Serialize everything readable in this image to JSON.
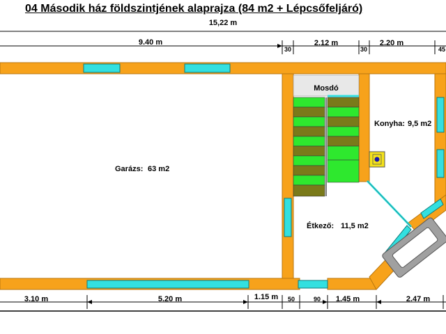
{
  "header": {
    "title": "04 Második ház  földszintjének alaprajza   (84 m2 + Lépcsőfeljáró)",
    "total_width": "15,22 m"
  },
  "dimensions_top": {
    "garage_width": "9.40 m",
    "wall_a": "30",
    "stair_width": "2.12 m",
    "wall_b": "30",
    "kitchen_width": "2.20 m",
    "wall_c": "45"
  },
  "dimensions_bottom": {
    "seg1": "3.10 m",
    "seg2": "5.20 m",
    "seg3": "1.15 m",
    "seg4": "50",
    "seg5": "90",
    "seg6": "1.45 m",
    "seg7": "2.47 m"
  },
  "rooms": {
    "garage": {
      "name": "Garázs:",
      "area": "63  m2"
    },
    "washroom": {
      "name": "Mosdó"
    },
    "kitchen": {
      "name": "Konyha:",
      "area": "9,5 m2"
    },
    "dining": {
      "name": "Étkező:",
      "area": "11,5  m2"
    }
  },
  "colors": {
    "wall": "#f7a21b",
    "wall_stroke": "#b8760f",
    "window": "#33e0e0",
    "stair_dark": "#7a7a1a",
    "stair_light": "#2ee82e",
    "washroom": "#e8e8e8",
    "stove": "#f4e21a",
    "stove_mark": "#1a1aa8",
    "furniture": "#a0a0a0"
  }
}
